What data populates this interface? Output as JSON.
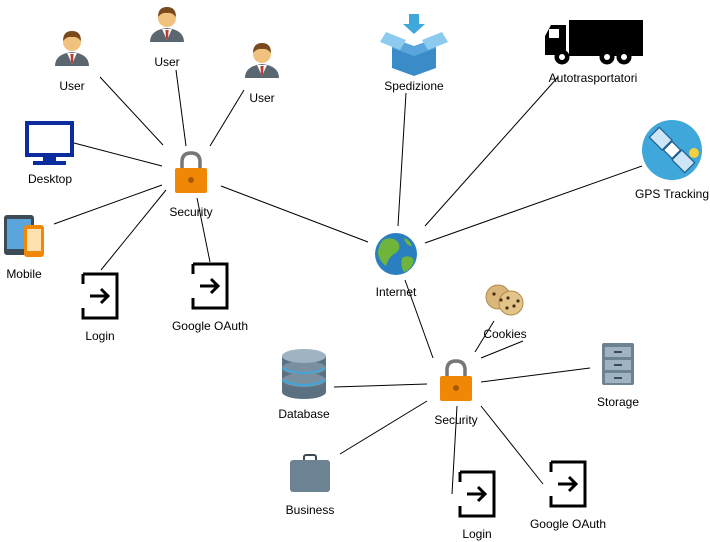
{
  "nodes": {
    "user1": "User",
    "user2": "User",
    "user3": "User",
    "desktop": "Desktop",
    "security_top": "Security",
    "mobile": "Mobile",
    "login_top": "Login",
    "google_oauth_top": "Google OAuth",
    "spedizione": "Spedizione",
    "autotrasportatori": "Autotrasportatori",
    "gps_tracking": "GPS Tracking",
    "internet": "Internet",
    "cookies": "Cookies",
    "database": "Database",
    "security_bottom": "Security",
    "storage": "Storage",
    "business": "Business",
    "login_bottom": "Login",
    "google_oauth_bottom": "Google OAuth"
  },
  "colors": {
    "lock_body": "#f08705",
    "lock_shackle": "#777777",
    "monitor": "#0b2c9c",
    "globe_water": "#2a7fc1",
    "globe_land": "#6fb53c",
    "storage": "#6b8393",
    "briefcase": "#6b8393",
    "box": "#5aa6dc",
    "gps_bg": "#3fa7d9"
  },
  "icons": {
    "user": "user-icon",
    "desktop": "monitor-icon",
    "mobile": "mobile-devices-icon",
    "security": "lock-icon",
    "login": "sign-in-icon",
    "internet": "globe-icon",
    "spedizione": "package-icon",
    "autotrasportatori": "truck-icon",
    "gps": "satellite-icon",
    "cookies": "cookies-icon",
    "database": "database-icon",
    "storage": "filing-cabinet-icon",
    "business": "briefcase-icon"
  }
}
